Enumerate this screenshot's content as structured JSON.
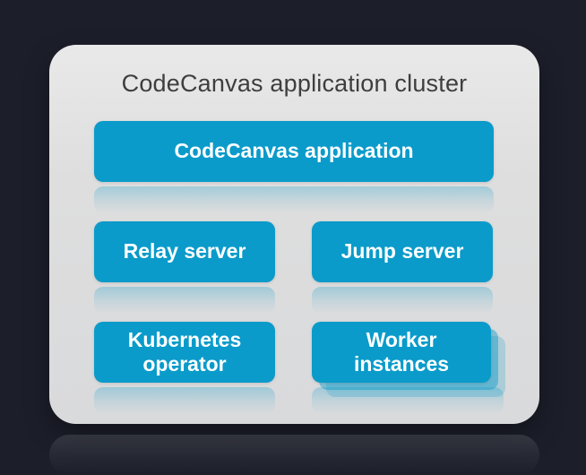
{
  "diagram": {
    "title": "CodeCanvas application cluster",
    "nodes": {
      "app": {
        "label": "CodeCanvas application"
      },
      "relay": {
        "label": "Relay server"
      },
      "jump": {
        "label": "Jump server"
      },
      "k8s": {
        "label": "Kubernetes operator"
      },
      "worker": {
        "label": "Worker instances"
      }
    },
    "colors": {
      "background": "#1c1e2a",
      "cluster_fill": "#dedede",
      "node_fill": "#0a9bca",
      "node_text": "#ffffff",
      "title_text": "#3e3e3e"
    }
  }
}
